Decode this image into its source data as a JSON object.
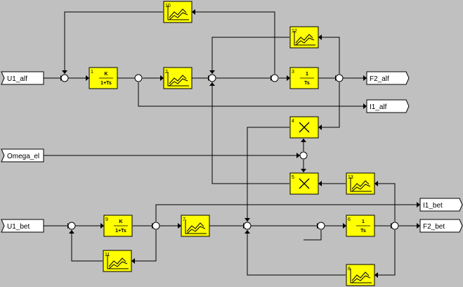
{
  "ports": {
    "u1_alf": "U1_alf",
    "omega_el": "Omega_el",
    "u1_bet": "U1_bet",
    "f2_alf": "F2_alf",
    "i1_alf": "I1_alf",
    "i1_bet": "I1_bet",
    "f2_bet": "F2_bet"
  },
  "blocks": {
    "b1": {
      "num": "1",
      "num_text": "K",
      "den_text": "1+Ts"
    },
    "b2": {
      "num": "2",
      "icon": "lookup-table-icon"
    },
    "b3": {
      "num": "3",
      "num_text": "1",
      "den_text": "Ts"
    },
    "b4": {
      "num": "4",
      "icon": "multiply-icon"
    },
    "b5": {
      "num": "5",
      "icon": "multiply-icon"
    },
    "b6": {
      "num": "6",
      "num_text": "1",
      "den_text": "Ts"
    },
    "b7": {
      "num": "7",
      "icon": "lookup-table-icon"
    },
    "b8": {
      "num": "8",
      "icon": "lookup-table-icon"
    },
    "b9": {
      "num": "9",
      "num_text": "K",
      "den_text": "1+Ts"
    },
    "b10": {
      "num": "10",
      "icon": "lookup-table-icon"
    },
    "b11": {
      "num": "11",
      "icon": "lookup-table-icon"
    },
    "b12": {
      "num": "12",
      "icon": "lookup-table-icon"
    },
    "b13": {
      "num": "13",
      "icon": "lookup-table-icon"
    }
  },
  "colors": {
    "background": "#c0c0c0",
    "block_fill": "#ffff00",
    "port_fill": "#ffffff",
    "line": "#000000"
  }
}
